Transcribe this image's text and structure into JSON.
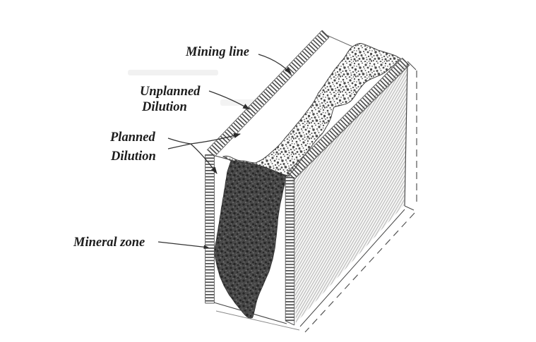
{
  "labels": {
    "mining_line": "Mining line",
    "unplanned_dilution_line1": "Unplanned",
    "unplanned_dilution_line2": "Dilution",
    "planned_dilution_line1": "Planned",
    "planned_dilution_line2": "Dilution",
    "mineral_zone": "Mineral zone"
  },
  "colors": {
    "background": "#ffffff",
    "ink": "#2b2b2b",
    "label_text": "#1c1c1c",
    "mining_line_band_hatch": "#4e4e4e",
    "unplanned_dilution_stipple": "#4a4a4a",
    "mineral_zone_fill": "#484848",
    "mineral_zone_speckle_dark": "#272727",
    "mineral_zone_speckle_light": "#777777",
    "side_face_hatch": "#b3b3b3",
    "hidden_edge_dash": "#555555",
    "scan_smudge": "#e8e8e8"
  }
}
